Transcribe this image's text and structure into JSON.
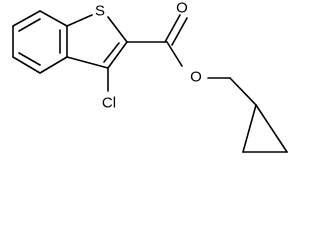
{
  "structure": {
    "atoms": {
      "sulfur": "S",
      "carbonyl_oxygen": "O",
      "ester_oxygen": "O",
      "chlorine": "Cl"
    },
    "colors": {
      "bond": "#000000",
      "label": "#000000",
      "background": "#ffffff"
    }
  }
}
